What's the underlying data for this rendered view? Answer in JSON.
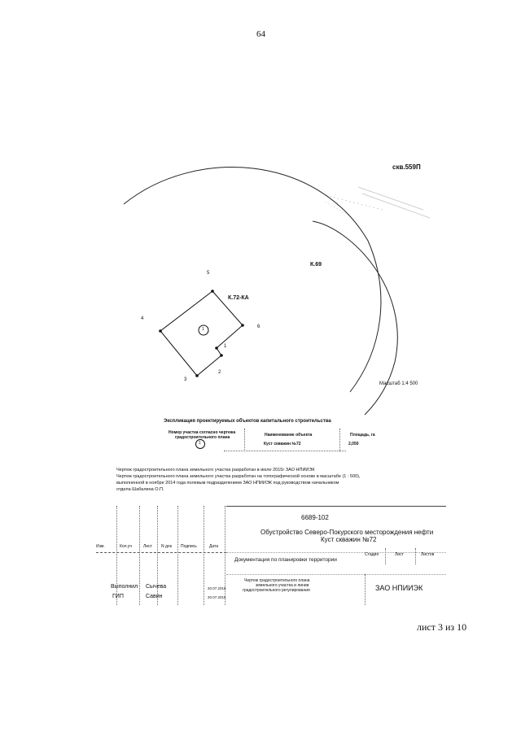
{
  "page_number": "64",
  "drawing": {
    "well_label": "скв.559П",
    "contour_label": "К.69",
    "plot_label": "К.72-КА",
    "scale_label": "Масштаб 1:4 500",
    "plot_number": "1",
    "point_labels": [
      "1",
      "2",
      "3",
      "4",
      "5",
      "6"
    ]
  },
  "explication": {
    "title": "Экспликация проектируемых объектов капитального строительства",
    "header_col1_line1": "Номер участка согласно чертежа",
    "header_col1_line2": "градостроительного плана",
    "header_col2": "Наименование объекта",
    "header_col3": "Площадь, га",
    "row": {
      "number": "1",
      "name": "Куст скважин №72",
      "area": "2,050"
    }
  },
  "notes": [
    "Чертеж градостроительного плана земельного участка разработан в июле 2015г ЗАО НПИИЭК",
    "Чертеж градостроительного плана земельного участка разработан на топографической основе в масштабе (1 : 500),",
    "выполненной в ноябре 2014 года полевым подразделением ЗАО НПИИЭК под руководством начальником",
    "отдела Шабалина О.П."
  ],
  "title_block": {
    "code": "6689-102",
    "project_line1": "Обустройство Северо-Покурского месторождения нефти",
    "project_line2": "Куст скважин №72",
    "col_headers": [
      "Изм.",
      "Кол.уч",
      "Лист",
      "N док",
      "Подпись",
      "Дата"
    ],
    "stage_headers": [
      "Стадия",
      "Лист",
      "Листов"
    ],
    "doc_name": "Документация по планировки территории",
    "sheet_title_line1": "Чертеж градостроительного плана",
    "sheet_title_line2": "земельного участка и линии",
    "sheet_title_line3": "градостроительного регулирования",
    "company": "ЗАО НПИИЭК",
    "rows": [
      {
        "role": "Выполнил",
        "name": "Сычева",
        "date": "20.07.2015"
      },
      {
        "role": "ГИП",
        "name": "Савин",
        "date": "20.07.2015"
      }
    ]
  },
  "sheet_footer": "лист 3 из 10"
}
